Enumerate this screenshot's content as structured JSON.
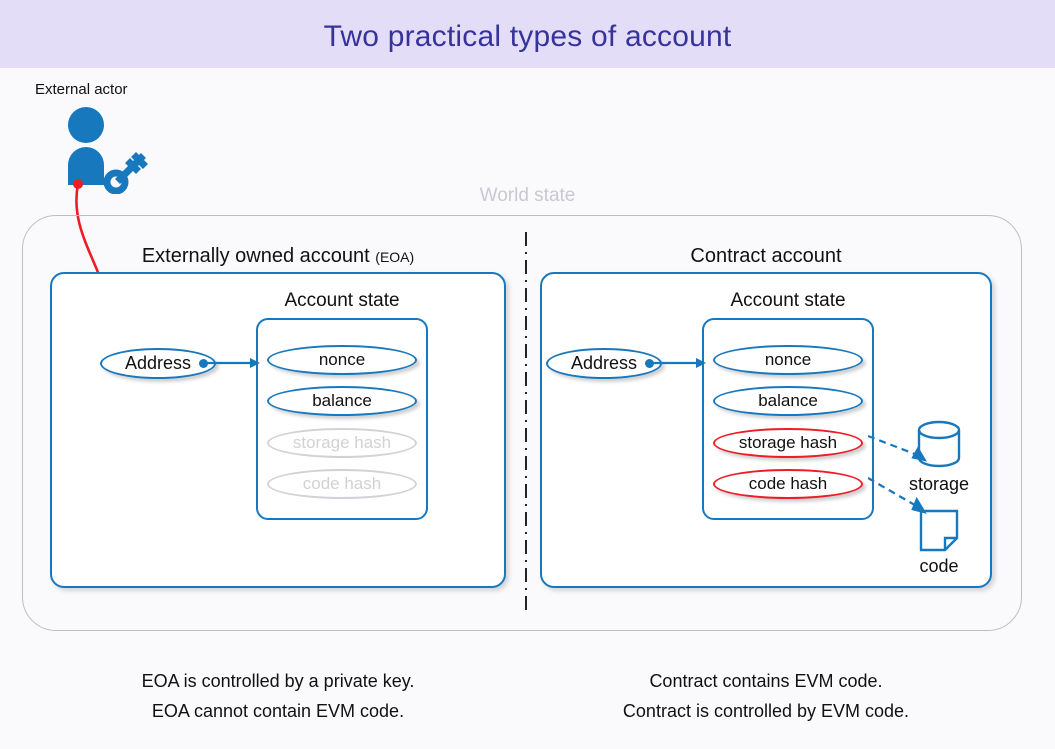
{
  "title": "Two practical types of account",
  "theme": {
    "title_bar_bg": "#e4ddf8",
    "title_color": "#36339c",
    "page_bg": "#fafafc",
    "accent_blue": "#1878bd",
    "accent_red": "#ee1c25",
    "ghost_gray": "#d2d2d6",
    "world_border": "#bdbdc4"
  },
  "external_actor": {
    "label": "External actor",
    "person_icon": "person-icon",
    "key_icon": "key-icon",
    "link_color": "#ee1c25"
  },
  "world_state": {
    "label": "World state"
  },
  "eoa": {
    "title": "Externally owned account",
    "subtitle": "(EOA)",
    "state_label": "Account state",
    "address_label": "Address",
    "fields": [
      {
        "label": "nonce",
        "style": "blue"
      },
      {
        "label": "balance",
        "style": "blue"
      },
      {
        "label": "storage hash",
        "style": "ghost"
      },
      {
        "label": "code hash",
        "style": "ghost"
      }
    ],
    "caption_line1": "EOA is controlled by a private key.",
    "caption_line2": "EOA cannot contain EVM code."
  },
  "contract": {
    "title": "Contract account",
    "state_label": "Account state",
    "address_label": "Address",
    "fields": [
      {
        "label": "nonce",
        "style": "blue"
      },
      {
        "label": "balance",
        "style": "blue"
      },
      {
        "label": "storage hash",
        "style": "red"
      },
      {
        "label": "code hash",
        "style": "red"
      }
    ],
    "artifacts": [
      {
        "label": "storage",
        "icon": "database-cylinder-icon"
      },
      {
        "label": "code",
        "icon": "document-page-icon"
      }
    ],
    "caption_line1": "Contract contains EVM code.",
    "caption_line2": "Contract is controlled by EVM code."
  }
}
